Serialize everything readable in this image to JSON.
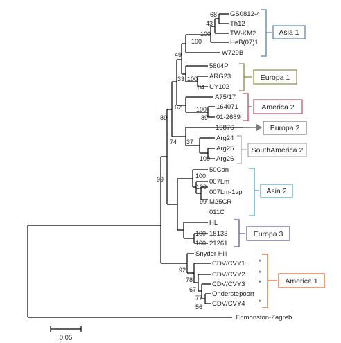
{
  "leaves": [
    "GS0812-4",
    "Th12",
    "TW-KM2",
    "HeB(07)1",
    "W729B",
    "5804P",
    "ARG23",
    "UY102",
    "A75/17",
    "164071",
    "01-2689",
    "19876",
    "Arg24",
    "Arg25",
    "Arg26",
    "50Con",
    "007Lm",
    "007Lm-1vp",
    "M25CR",
    "011C",
    "HL",
    "18133",
    "21261",
    "Snyder Hill",
    "CDV/CVY1",
    "CDV/CVY2",
    "CDV/CVY3",
    "Onderstepoort",
    "CDV/CVY4",
    "Edmonston-Zagreb"
  ],
  "bootstrap": [
    "68",
    "43",
    "100",
    "49",
    "100",
    "33",
    "100",
    "84",
    "62",
    "100",
    "89",
    "89",
    "74",
    "37",
    "100",
    "99",
    "100",
    "100",
    "99",
    "100",
    "100",
    "92",
    "78",
    "67",
    "77",
    "56"
  ],
  "clades": [
    {
      "label": "Asia 1",
      "color": "#5b7fa8"
    },
    {
      "label": "Europa 1",
      "color": "#8a8a4a"
    },
    {
      "label": "America 2",
      "color": "#b05060"
    },
    {
      "label": "Europa 2",
      "color": "#7a7a7a"
    },
    {
      "label": "SouthAmerica 2",
      "color": "#a8a8a8"
    },
    {
      "label": "Asia 2",
      "color": "#5aa8b8"
    },
    {
      "label": "Europa 3",
      "color": "#5a5a8a"
    },
    {
      "label": "America 1",
      "color": "#d9622b"
    }
  ],
  "asterisk": "*",
  "asterisk_color": "#d9622b",
  "scale_bar": "0.05"
}
